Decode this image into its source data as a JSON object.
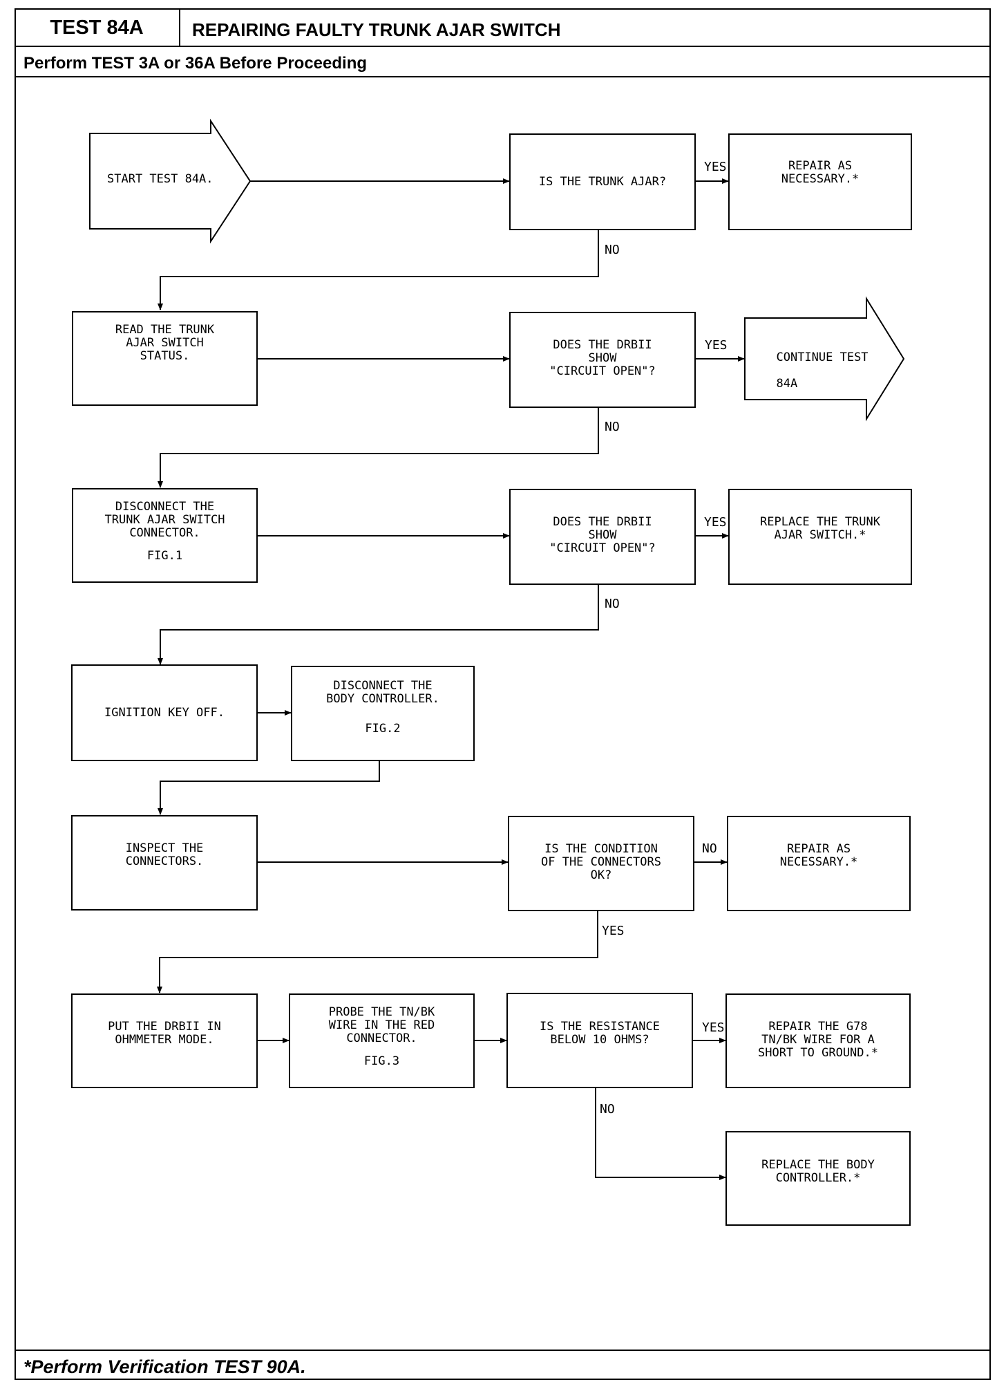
{
  "header": {
    "test_id": "TEST 84A",
    "title": "REPAIRING FAULTY TRUNK AJAR SWITCH",
    "prerequisite": "Perform TEST 3A or 36A Before Proceeding"
  },
  "footer": {
    "note": "*Perform Verification TEST 90A."
  },
  "flowchart": {
    "start_arrow": {
      "text": "START TEST 84A."
    },
    "q_trunk_ajar": {
      "text": "IS THE TRUNK AJAR?"
    },
    "repair_1": {
      "lines": [
        "REPAIR AS",
        "NECESSARY.*"
      ]
    },
    "read_status": {
      "lines": [
        "READ THE TRUNK",
        "AJAR SWITCH",
        "STATUS."
      ]
    },
    "q_circuit_open_1": {
      "lines": [
        "DOES THE DRBII",
        "SHOW",
        "\"CIRCUIT OPEN\"?"
      ]
    },
    "continue_arrow": {
      "lines": [
        "CONTINUE TEST",
        "84A"
      ]
    },
    "disconnect_switch": {
      "lines": [
        "DISCONNECT THE",
        "TRUNK AJAR SWITCH",
        "CONNECTOR."
      ],
      "fig": "FIG.1"
    },
    "q_circuit_open_2": {
      "lines": [
        "DOES THE DRBII",
        "SHOW",
        "\"CIRCUIT OPEN\"?"
      ]
    },
    "replace_switch": {
      "lines": [
        "REPLACE THE TRUNK",
        "AJAR SWITCH.*"
      ]
    },
    "ignition_off": {
      "lines": [
        "IGNITION KEY OFF."
      ]
    },
    "disconnect_body": {
      "lines": [
        "DISCONNECT THE",
        "BODY CONTROLLER."
      ],
      "fig": "FIG.2"
    },
    "inspect_connectors": {
      "lines": [
        "INSPECT THE",
        "CONNECTORS."
      ]
    },
    "q_connectors_ok": {
      "lines": [
        "IS THE CONDITION",
        "OF THE CONNECTORS",
        "OK?"
      ]
    },
    "repair_2": {
      "lines": [
        "REPAIR AS",
        "NECESSARY.*"
      ]
    },
    "ohmmeter_mode": {
      "lines": [
        "PUT THE DRBII IN",
        "OHMMETER MODE."
      ]
    },
    "probe_wire": {
      "lines": [
        "PROBE THE TN/BK",
        "WIRE IN THE RED",
        "CONNECTOR."
      ],
      "fig": "FIG.3"
    },
    "q_resistance": {
      "lines": [
        "IS THE RESISTANCE",
        "BELOW 10 OHMS?"
      ]
    },
    "repair_g78": {
      "lines": [
        "REPAIR THE G78",
        "TN/BK WIRE FOR A",
        "SHORT TO GROUND.*"
      ]
    },
    "replace_body": {
      "lines": [
        "REPLACE THE BODY",
        "CONTROLLER.*"
      ]
    },
    "labels": {
      "yes": "YES",
      "no": "NO"
    }
  }
}
